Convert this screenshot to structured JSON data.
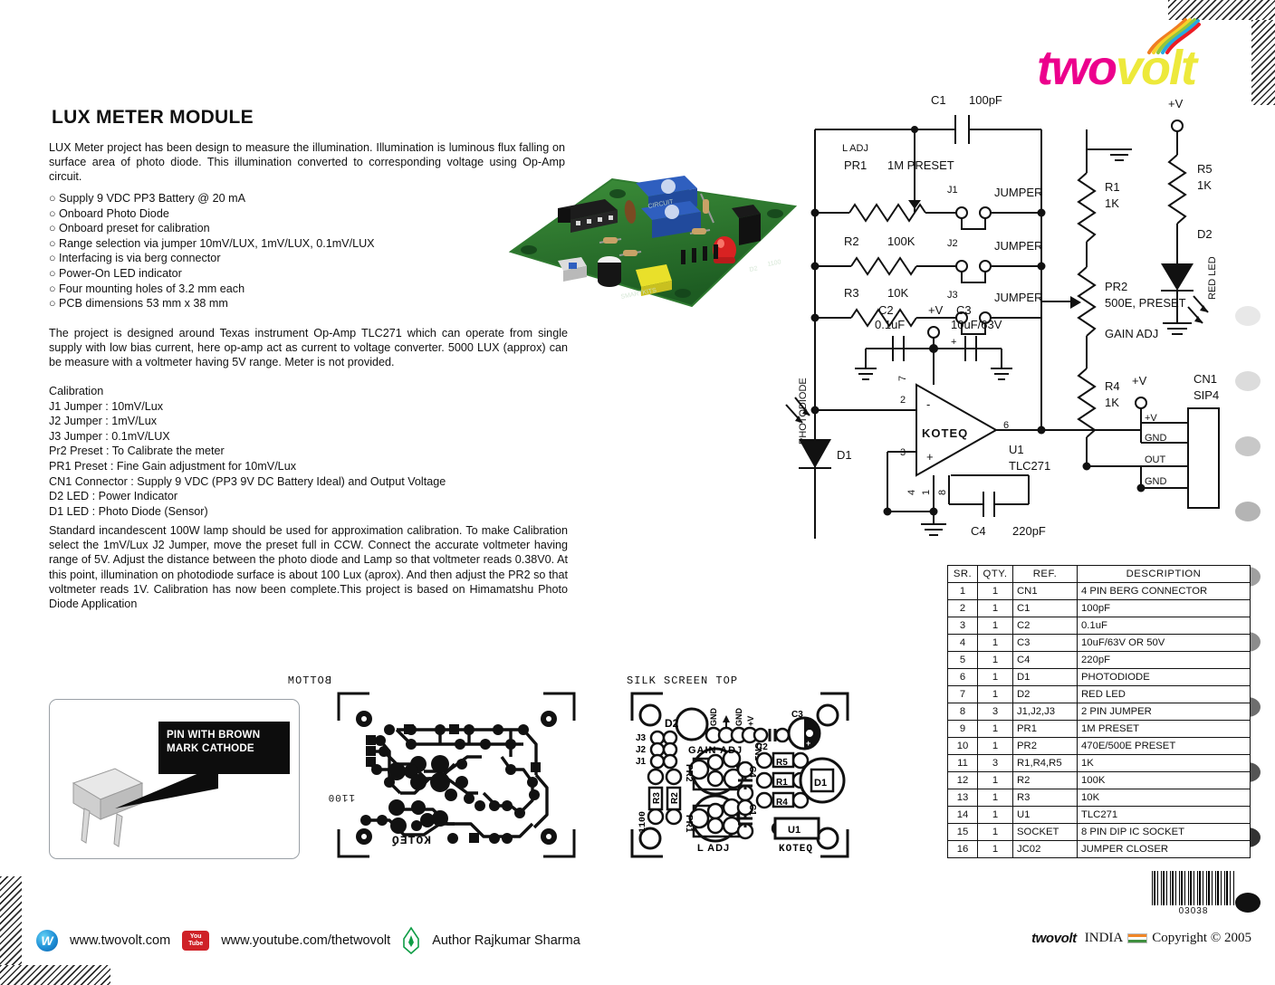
{
  "brand": {
    "logo_two": "two",
    "logo_volt": "volt",
    "logo_swirl_icon": "rainbow-swirl-icon"
  },
  "document": {
    "title": "LUX METER MODULE",
    "intro": "LUX Meter project has been design to measure the illumination.   Illumination is luminous flux falling on surface area of photo diode.   This illumination converted to corresponding voltage using Op-Amp circuit.",
    "features": [
      "Supply 9 VDC PP3 Battery @ 20 mA",
      "Onboard Photo Diode",
      "Onboard preset for calibration",
      "Range selection via jumper 10mV/LUX, 1mV/LUX, 0.1mV/LUX",
      "Interfacing is via berg connector",
      "Power-On LED indicator",
      "Four mounting holes of 3.2 mm each",
      "PCB dimensions 53 mm x 38 mm"
    ],
    "bullet_glyph": "○",
    "design_para": "The project is designed around Texas instrument Op-Amp TLC271 which can operate from single supply with low bias current, here op-amp act as current to voltage converter.   5000 LUX (approx) can be measure with a voltmeter having 5V range.  Meter is not provided.",
    "calibration_heading": "Calibration",
    "calibration_lines": [
      "J1 Jumper : 10mV/Lux",
      "J2 Jumper : 1mV/Lux",
      "J3 Jumper : 0.1mV/LUX",
      "Pr2 Preset : To Calibrate the meter",
      "PR1 Preset : Fine Gain adjustment for 10mV/Lux",
      "CN1 Connector : Supply 9 VDC (PP3 9V DC Battery Ideal) and Output Voltage",
      "D2 LED : Power Indicator",
      "D1 LED : Photo Diode (Sensor)"
    ],
    "calibration_procedure": "Standard incandescent 100W lamp should be used for approximation calibration.  To make Calibration select the 1mV/Lux J2 Jumper, move the preset full in CCW.   Connect the accurate voltmeter having range of 5V. Adjust the distance between the photo diode and Lamp so that voltmeter reads 0.38V0.   At this point, illumination on photodiode surface is about 100 Lux (aprox).  And then adjust the PR2 so that voltmeter reads 1V.  Calibration has now been complete.This project is based on Himamatshu Photo Diode Application"
  },
  "diode_note": {
    "callout_line1": "PIN WITH BROWN",
    "callout_line2": "MARK CATHODE",
    "package_icon": "diode-package-icon"
  },
  "schematic": {
    "labels": {
      "c1": "C1",
      "c1_val": "100pF",
      "l_adj": "L ADJ",
      "pr1": "PR1",
      "pr1_val": "1M PRESET",
      "j1": "J1",
      "j1_jumper": "JUMPER",
      "r2": "R2",
      "r2_val": "100K",
      "j2": "J2",
      "j2_jumper": "JUMPER",
      "r3": "R3",
      "r3_val": "10K",
      "j3": "J3",
      "j3_jumper": "JUMPER",
      "c2": "C2",
      "c2_val": "0.1uF",
      "vplus_mid": "+V",
      "c3": "C3",
      "c3_val": "10uF/63V",
      "c3_polarity": "+",
      "r1": "R1",
      "r1_val": "1K",
      "pr2": "PR2",
      "pr2_val": "500E, PRESET",
      "gain_adj": "GAIN ADJ",
      "r4": "R4",
      "r4_val": "1K",
      "vplus_r4": "+V",
      "vplus_top": "+V",
      "r5": "R5",
      "r5_val": "1K",
      "d2": "D2",
      "d2_desc": "RED LED",
      "cn1": "CN1",
      "cn1_type": "SIP4",
      "cn1_pins": [
        "+V",
        "GND",
        "OUT",
        "GND"
      ],
      "d1": "D1",
      "d1_desc": "PHOTODIODE",
      "u1": "U1",
      "u1_part": "TLC271",
      "opamp_brand": "KOTEQ",
      "opamp_minus": "-",
      "opamp_plus": "+",
      "pin2": "2",
      "pin3": "3",
      "pin6": "6",
      "pin7": "7",
      "pin4": "4",
      "pin1": "1",
      "pin8": "8",
      "c4": "C4",
      "c4_val": "220pF"
    }
  },
  "pcb": {
    "bottom_label": "BOTTOM",
    "bottom_side_text": "KOTEQ",
    "bottom_edge_text": "1100",
    "silk_label": "SILK SCREEN TOP",
    "silk_refs": [
      "D2",
      "J3",
      "J2",
      "J1",
      "PR2",
      "GAIN ADJ",
      "R3",
      "R2",
      "PR1",
      "L ADJ",
      "C3",
      "C2",
      "C4",
      "C1",
      "CN1",
      "R5",
      "R1",
      "R4",
      "D1",
      "U1",
      "KOTEQ",
      "1100"
    ],
    "silk_connector_pins": [
      "GND",
      "GND",
      "+V"
    ],
    "silk_brand": "KOTEQ"
  },
  "bom": {
    "headers": [
      "SR.",
      "QTY.",
      "REF.",
      "DESCRIPTION"
    ],
    "rows": [
      [
        "1",
        "1",
        "CN1",
        "4 PIN BERG CONNECTOR"
      ],
      [
        "2",
        "1",
        "C1",
        "100pF"
      ],
      [
        "3",
        "1",
        "C2",
        "0.1uF"
      ],
      [
        "4",
        "1",
        "C3",
        "10uF/63V OR  50V"
      ],
      [
        "5",
        "1",
        "C4",
        "220pF"
      ],
      [
        "6",
        "1",
        "D1",
        "PHOTODIODE"
      ],
      [
        "7",
        "1",
        "D2",
        "RED LED"
      ],
      [
        "8",
        "3",
        "J1,J2,J3",
        "2 PIN JUMPER"
      ],
      [
        "9",
        "1",
        "PR1",
        "1M PRESET"
      ],
      [
        "10",
        "1",
        "PR2",
        "470E/500E PRESET"
      ],
      [
        "11",
        "3",
        "R1,R4,R5",
        "1K"
      ],
      [
        "12",
        "1",
        "R2",
        "100K"
      ],
      [
        "13",
        "1",
        "R3",
        "10K"
      ],
      [
        "14",
        "1",
        "U1",
        "TLC271"
      ],
      [
        "15",
        "1",
        "SOCKET",
        "8 PIN DIP IC SOCKET"
      ],
      [
        "16",
        "1",
        "JC02",
        "JUMPER CLOSER"
      ]
    ]
  },
  "barcode": {
    "number": "03038"
  },
  "footer": {
    "website": "www.twovolt.com",
    "youtube": "www.youtube.com/thetwovolt",
    "youtube_icon_top": "You",
    "youtube_icon_bottom": "Tube",
    "site_icon_letter": "W",
    "author": "Author Rajkumar Sharma",
    "copyright_brand": "twovolt",
    "copyright_country": "INDIA",
    "copyright_text": "Copyright © 2005"
  },
  "colors": {
    "logo_pink": "#ec008c",
    "logo_yellow": "#ede93b",
    "youtube_red": "#cf2127",
    "pcb_green": "#2a7d2e"
  }
}
